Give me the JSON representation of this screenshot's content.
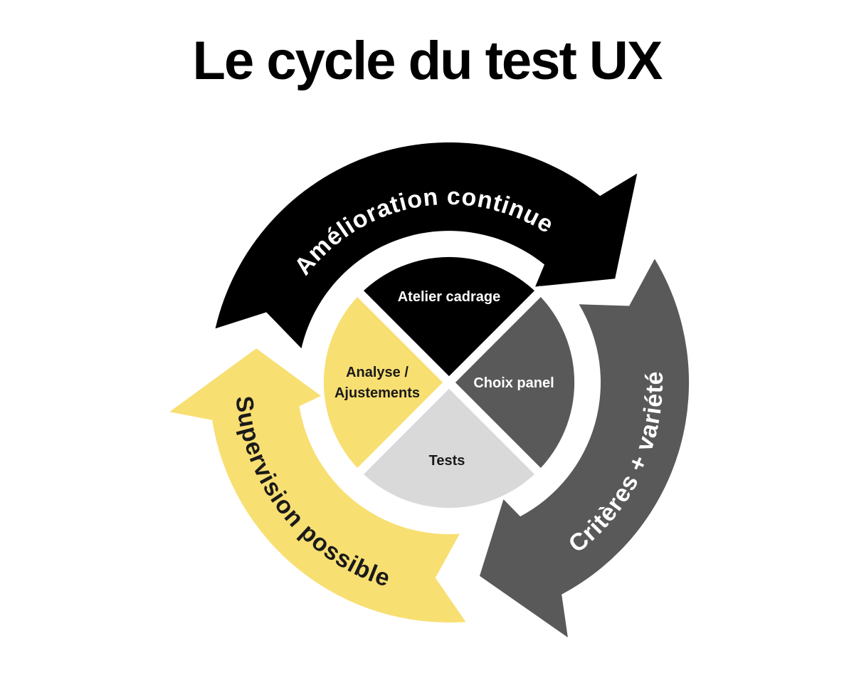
{
  "title": "Le cycle du test UX",
  "colors": {
    "black": "#000000",
    "dark_gray": "#595959",
    "light_gray": "#D9D9D9",
    "yellow": "#F8DF72",
    "background": "#FFFFFF",
    "text_on_dark": "#FFFFFF",
    "text_on_light": "#1A1A1A"
  },
  "cycle": {
    "stages": [
      {
        "label": "Atelier cadrage",
        "color": "#000000"
      },
      {
        "label": "Choix panel",
        "color": "#595959"
      },
      {
        "label": "Tests",
        "color": "#D9D9D9"
      },
      {
        "label": "Analyse / Ajustements",
        "lines": [
          "Analyse /",
          "Ajustements"
        ],
        "color": "#F8DF72"
      }
    ],
    "arrows": [
      {
        "label": "Amélioration continue",
        "color": "#000000"
      },
      {
        "label": "Critères + variété",
        "color": "#595959"
      },
      {
        "label": "Supervision possible",
        "color": "#F8DF72"
      }
    ]
  }
}
